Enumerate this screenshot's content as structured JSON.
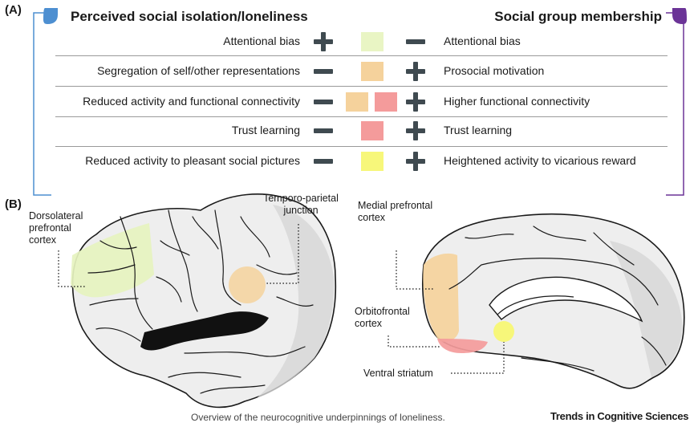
{
  "panel_a": {
    "label": "(A)",
    "left_heading": "Perceived social isolation/loneliness",
    "right_heading": "Social group membership",
    "rows": [
      {
        "left": "Attentional bias",
        "left_sign": "plus",
        "right": "Attentional bias",
        "right_sign": "minus",
        "swatches": [
          "#e9f5c4"
        ]
      },
      {
        "left": "Segregation of self/other representations",
        "left_sign": "minus",
        "right": "Prosocial motivation",
        "right_sign": "plus",
        "swatches": [
          "#f5d29c"
        ]
      },
      {
        "left": "Reduced activity and functional connectivity",
        "left_sign": "minus",
        "right": "Higher functional connectivity",
        "right_sign": "plus",
        "swatches": [
          "#f5d29c",
          "#f49b9b"
        ]
      },
      {
        "left": "Trust learning",
        "left_sign": "minus",
        "right": "Trust learning",
        "right_sign": "plus",
        "swatches": [
          "#f49b9b"
        ]
      },
      {
        "left": "Reduced activity to pleasant social pictures",
        "left_sign": "minus",
        "right": "Heightened activity to vicarious reward",
        "right_sign": "plus",
        "swatches": [
          "#f7f77a"
        ]
      }
    ],
    "colors": {
      "left_bracket": "#4d8fd1",
      "right_bracket": "#6b3497",
      "sign": "#3f4a50"
    }
  },
  "panel_b": {
    "label": "(B)",
    "lateral_labels": {
      "dlpfc": [
        "Dorsolateral",
        "prefrontal",
        "cortex"
      ],
      "tpj": [
        "Temporo-parietal",
        "junction"
      ]
    },
    "medial_labels": {
      "mpfc": [
        "Medial prefrontal",
        "cortex"
      ],
      "ofc": [
        "Orbitofrontal",
        "cortex"
      ],
      "vs": [
        "Ventral striatum"
      ]
    },
    "region_colors": {
      "dlpfc": "#e6f3bf",
      "tpj": "#f5d29c",
      "mpfc": "#f5d29c",
      "ofc": "#f49b9b",
      "vs": "#f7f77a"
    }
  },
  "caption": "Overview of the neurocognitive underpinnings of loneliness.",
  "brand": "Trends in Cognitive Sciences"
}
